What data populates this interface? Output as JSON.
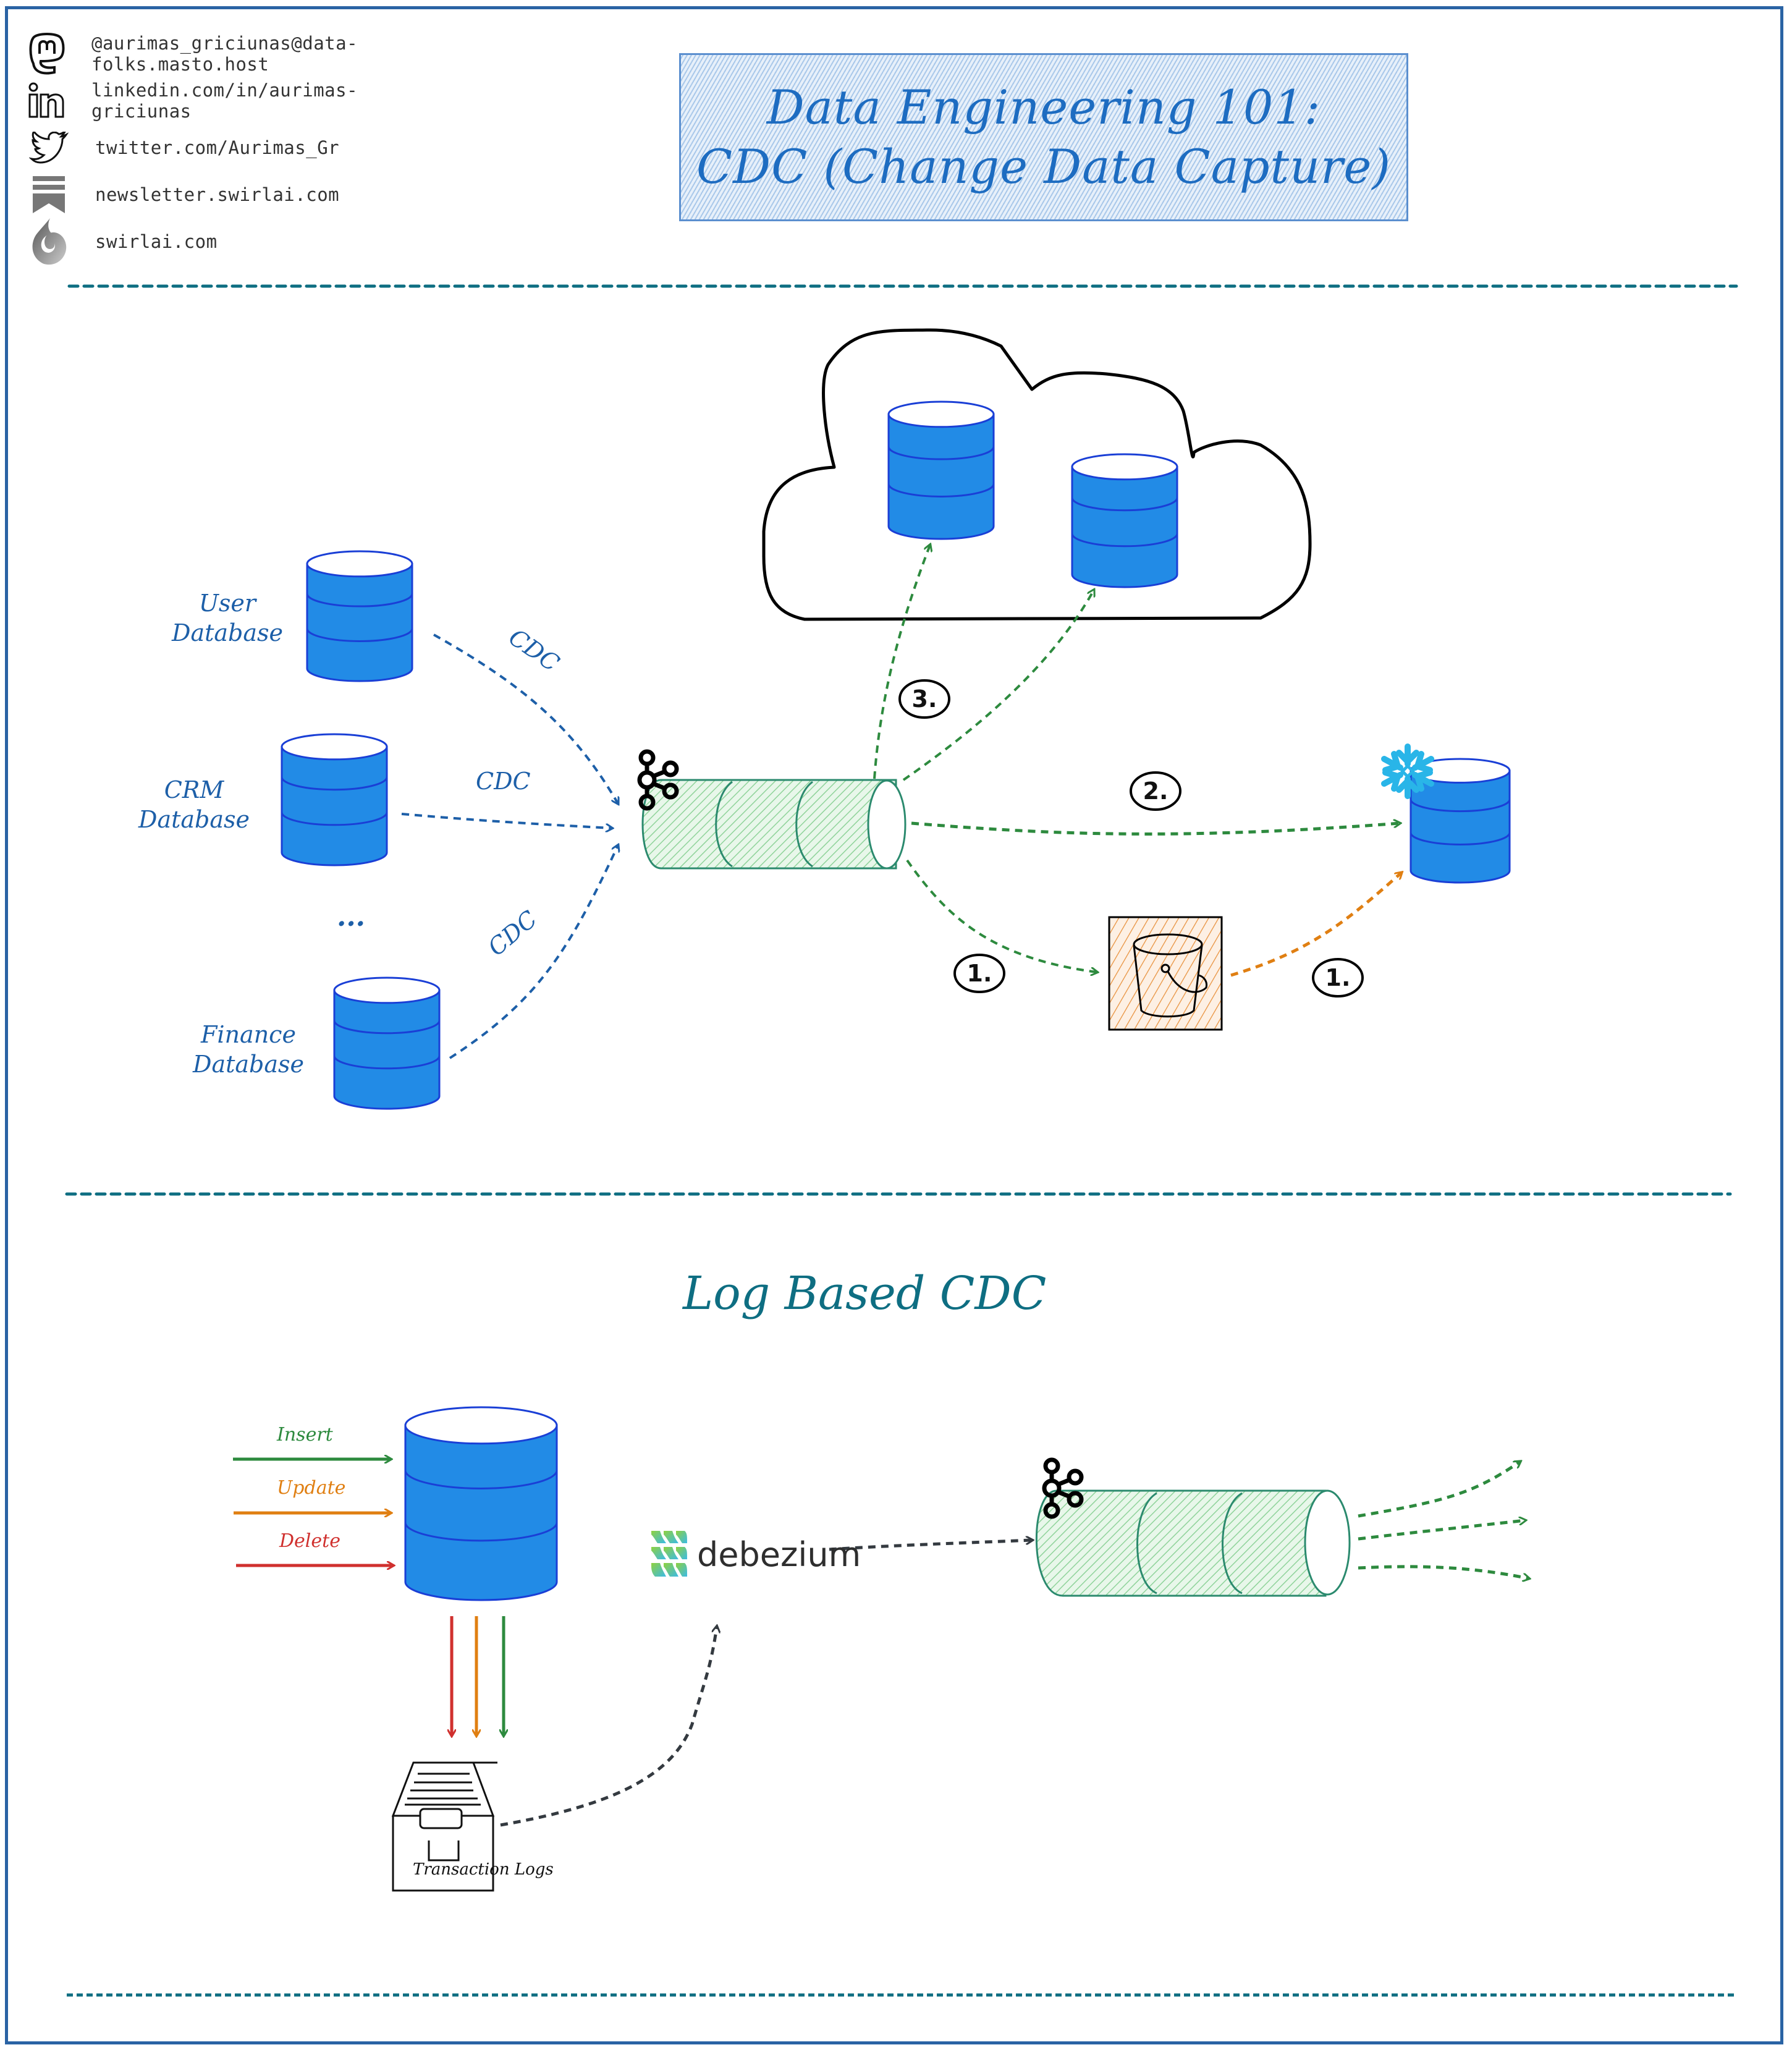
{
  "contacts": [
    {
      "icon": "mastodon-icon",
      "text": "@aurimas_griciunas@data-folks.masto.host"
    },
    {
      "icon": "linkedin-icon",
      "text": "linkedin.com/in/aurimas-griciunas"
    },
    {
      "icon": "twitter-icon",
      "text": "twitter.com/Aurimas_Gr"
    },
    {
      "icon": "substack-icon",
      "text": "newsletter.swirlai.com"
    },
    {
      "icon": "swirlai-icon",
      "text": "swirlai.com"
    }
  ],
  "title": {
    "line1": "Data Engineering 101:",
    "line2": "CDC (Change Data Capture)"
  },
  "top_diagram": {
    "sources": [
      {
        "label_line1": "User",
        "label_line2": "Database"
      },
      {
        "label_line1": "CRM",
        "label_line2": "Database"
      },
      {
        "label_line1": "Finance",
        "label_line2": "Database"
      }
    ],
    "ellipsis": "...",
    "edge_labels": [
      "CDC",
      "CDC",
      "CDC"
    ],
    "broker": "kafka-topic",
    "steps": {
      "to_cloud": "3.",
      "to_warehouse": "2.",
      "to_bucket": "1.",
      "bucket_to_warehouse": "1."
    },
    "targets": [
      "cloud-database-1",
      "cloud-database-2",
      "snowflake-warehouse",
      "s3-bucket"
    ]
  },
  "section2": {
    "title": "Log Based CDC",
    "operations": [
      {
        "label": "Insert",
        "color": "#2d8a3e"
      },
      {
        "label": "Update",
        "color": "#e07f12"
      },
      {
        "label": "Delete",
        "color": "#d0302e"
      }
    ],
    "transaction_logs_label": "Transaction Logs",
    "connector": "debezium"
  },
  "colors": {
    "frame": "#2a63a4",
    "db_fill": "#228be6",
    "db_stroke": "#1a3fd6",
    "cdc_blue": "#1d5fa8",
    "flow_green": "#2d8a3e",
    "flow_orange": "#e07f12",
    "divider": "#0e6e82",
    "kafka_fill": "#b2f2bb",
    "kafka_stroke": "#2b8a6e"
  }
}
